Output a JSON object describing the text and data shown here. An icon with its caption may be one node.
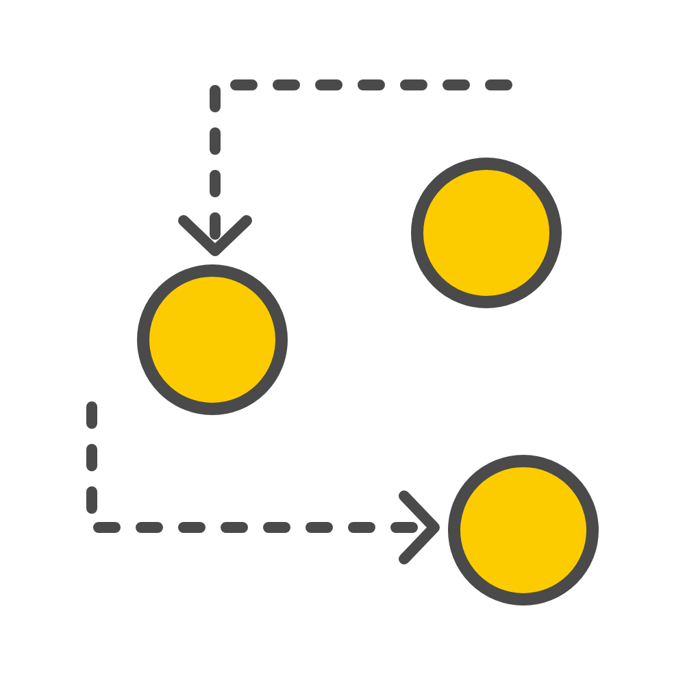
{
  "diagram": {
    "nodes": [
      {
        "text": [],
        "shape": "circle"
      },
      {
        "text": [],
        "shape": "circle"
      },
      {
        "text": [],
        "shape": "circle"
      }
    ],
    "edges": [
      {
        "from": null,
        "to": 1,
        "arrow": "to",
        "style": "dashed"
      },
      {
        "from": null,
        "to": 2,
        "arrow": "to",
        "style": "dashed"
      }
    ]
  }
}
